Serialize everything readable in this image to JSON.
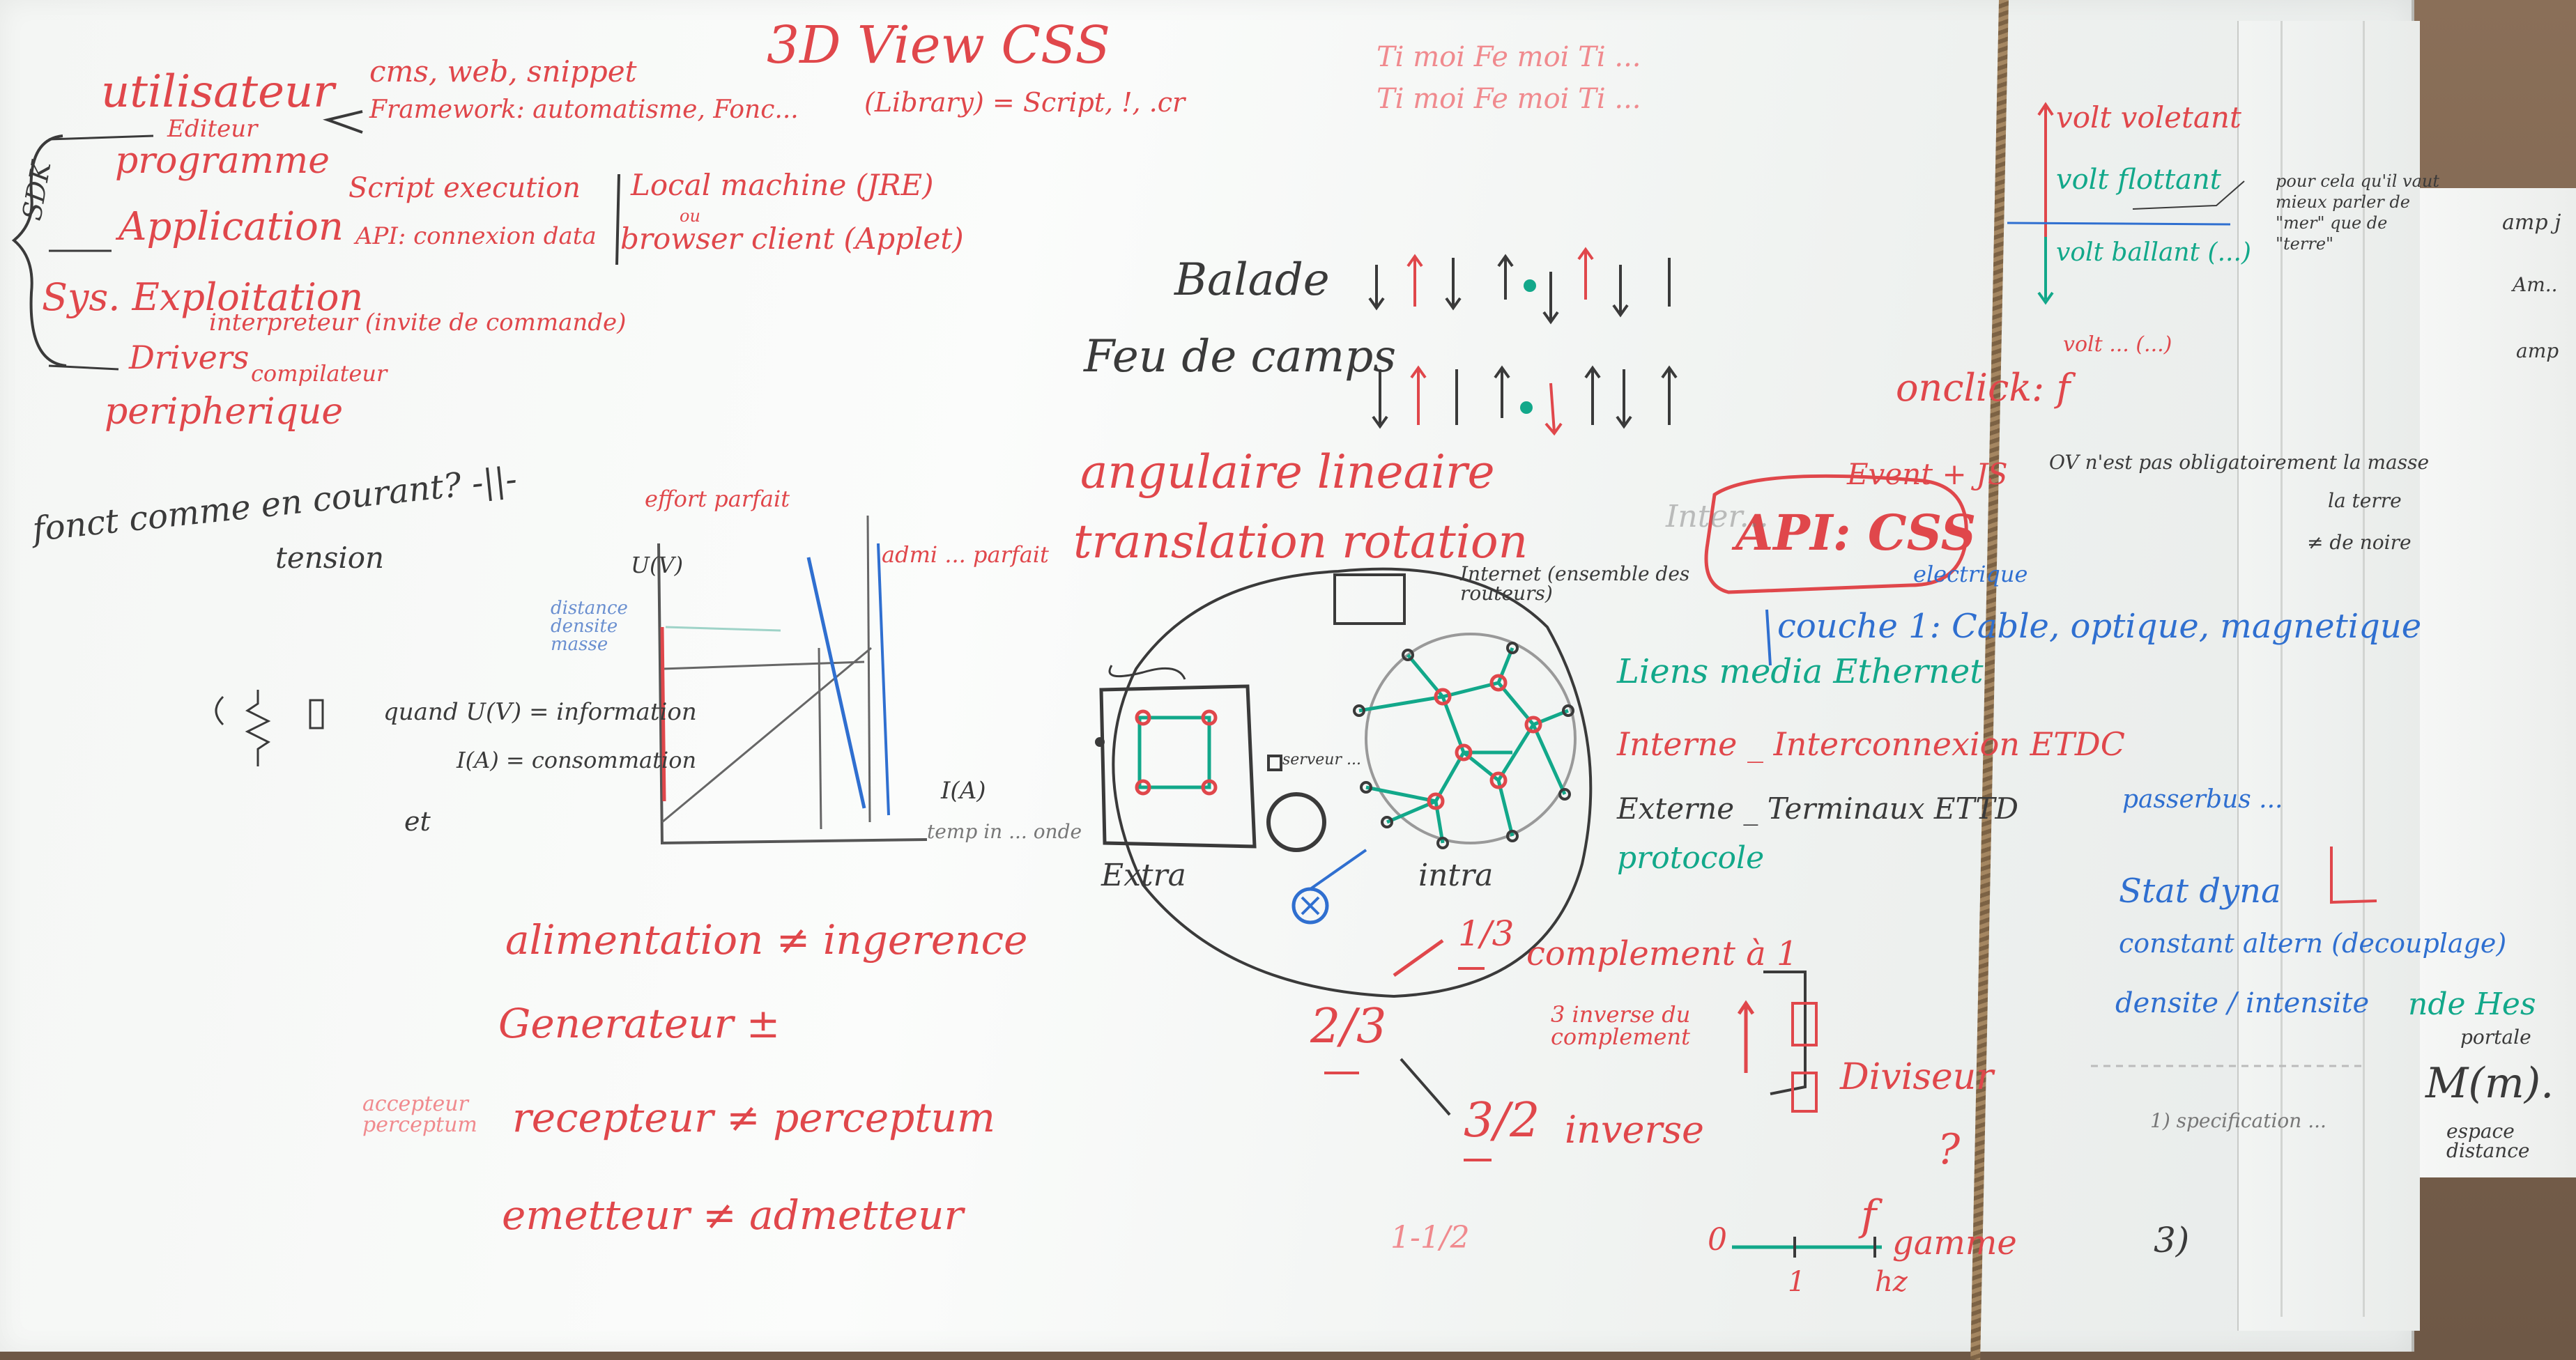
{
  "board": {
    "left_notes": {
      "title_3d": "3D View CSS",
      "utilisateur": "utilisateur",
      "editeur": "Editeur",
      "programme": "programme",
      "cms_line": "cms, web, snippet",
      "framework_line": "Framework: automatisme, Fonc...",
      "library_line": "(Library) = Script, !, .cr",
      "sdk": "SDK",
      "application": "Application",
      "script_exec": "Script execution",
      "api_conn": "API: connexion data",
      "local_machine": "Local machine (JRE)",
      "ou": "ou",
      "browser_client": "browser client (Applet)",
      "sys_exploitation": "Sys. Exploitation",
      "interpreteur": "interpreteur (invite de commande)",
      "compilateur": "compilateur",
      "drivers": "Drivers",
      "peripherique": "peripherique",
      "fonct_courant": "fonct comme en courant? -||-",
      "tension": "tension",
      "effort_parfait": "effort parfait",
      "uv_label": "U(V)",
      "ia_label": "I(A)",
      "admi_parfait": "admi ... parfait",
      "distance": "distance densite masse",
      "quand_u": "quand U(V) = information",
      "ia_conso": "I(A) = consommation",
      "et": "et",
      "temp": "temp in ... onde",
      "alimentation": "alimentation ≠ ingerence",
      "generateur": "Generateur ±",
      "recepteur": "recepteur ≠ perceptum",
      "emetteur": "emetteur ≠ admetteur",
      "accepteur": "accepteur perceptum"
    },
    "center_notes": {
      "moi_row1": "Ti moi   Fe moi   Ti ...",
      "moi_row2": "Ti moi   Fe moi   Ti ...",
      "balade": "Balade",
      "feu": "Feu de camps",
      "angulaire": "angulaire lineaire",
      "translation": "translation rotation",
      "internet_label": "Internet (ensemble des routeurs)",
      "extra": "Extra",
      "intra": "intra",
      "serveur": "serveur ...",
      "frac_1_3": "1/3",
      "frac_2_3": "2/3",
      "frac_3_2": "3/2",
      "frac_1_2": "1-1/2",
      "complementaire": "complement à 1",
      "inverse_complement": "3 inverse du complement",
      "inverse": "inverse",
      "diviseur": "Diviseur",
      "question": "?",
      "gamme": "gamme",
      "zero": "0",
      "one": "1",
      "f": "f",
      "hz": "hz"
    },
    "right_notes": {
      "onclick": "onclick: f",
      "api_css": "API: CSS",
      "event_js": "Event + JS",
      "electrique": "electrique",
      "couche1": "couche 1: Cable, optique, magnetique",
      "liens": "Liens media Ethernet",
      "interne": "Interne _ Interconnexion ETDC",
      "externe": "Externe _ Terminaux ETTD",
      "protocole": "protocole",
      "internet_faint": "Inter...",
      "volt_voletant": "volt voletant",
      "volt_flottant": "volt flottant",
      "volt_ballant": "volt ballant (...)",
      "volt_pesant": "volt ... (...)",
      "pour_cela": "pour cela qu'il vaut mieux parler de \"mer\" que de \"terre\"",
      "ov_note": "OV n'est pas obligatoirement la masse",
      "la_terre": "la terre",
      "noir": "≠ de noire",
      "passerbus": "passerbus ...",
      "stat_dyna": "Stat dyna",
      "constant_altern": "constant altern (decouplage)",
      "densite": "densite / intensite",
      "specification": "1) specification ...",
      "num3": "3)"
    },
    "far_right_notes": {
      "amp1": "amp j",
      "amp2": "Am..",
      "amp3": "amp",
      "mm": "M(m).",
      "espace": "espace distance",
      "portale": "portale",
      "nde": "nde Hes"
    }
  },
  "colors": {
    "red_marker": "#e0474b",
    "teal_marker": "#12a88a",
    "blue_marker": "#2f6fd0",
    "black_marker": "#3a3a3a"
  }
}
